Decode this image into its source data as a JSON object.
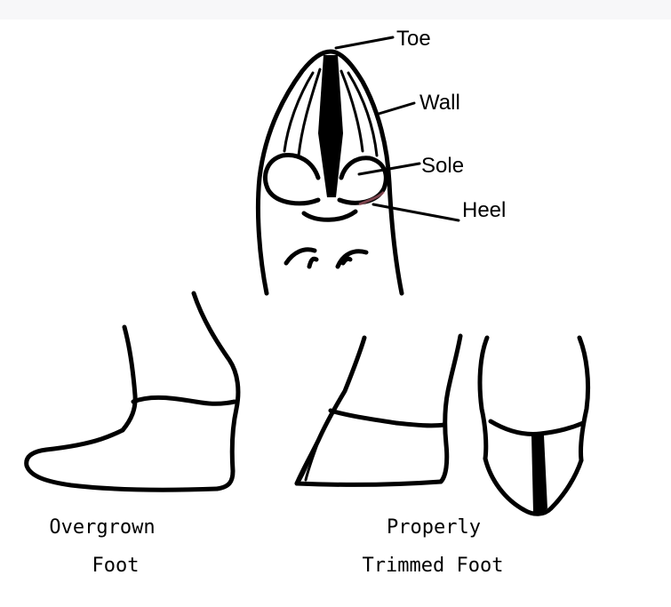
{
  "labels": {
    "toe": "Toe",
    "wall": "Wall",
    "sole": "Sole",
    "heel": "Heel"
  },
  "captions": {
    "overgrown_line1": "Overgrown",
    "overgrown_line2": "Foot",
    "trimmed_line1": "Properly",
    "trimmed_line2": "Trimmed Foot"
  },
  "colors": {
    "ink": "#000000",
    "background": "#ffffff",
    "heel_tint": "#e07a8a"
  }
}
